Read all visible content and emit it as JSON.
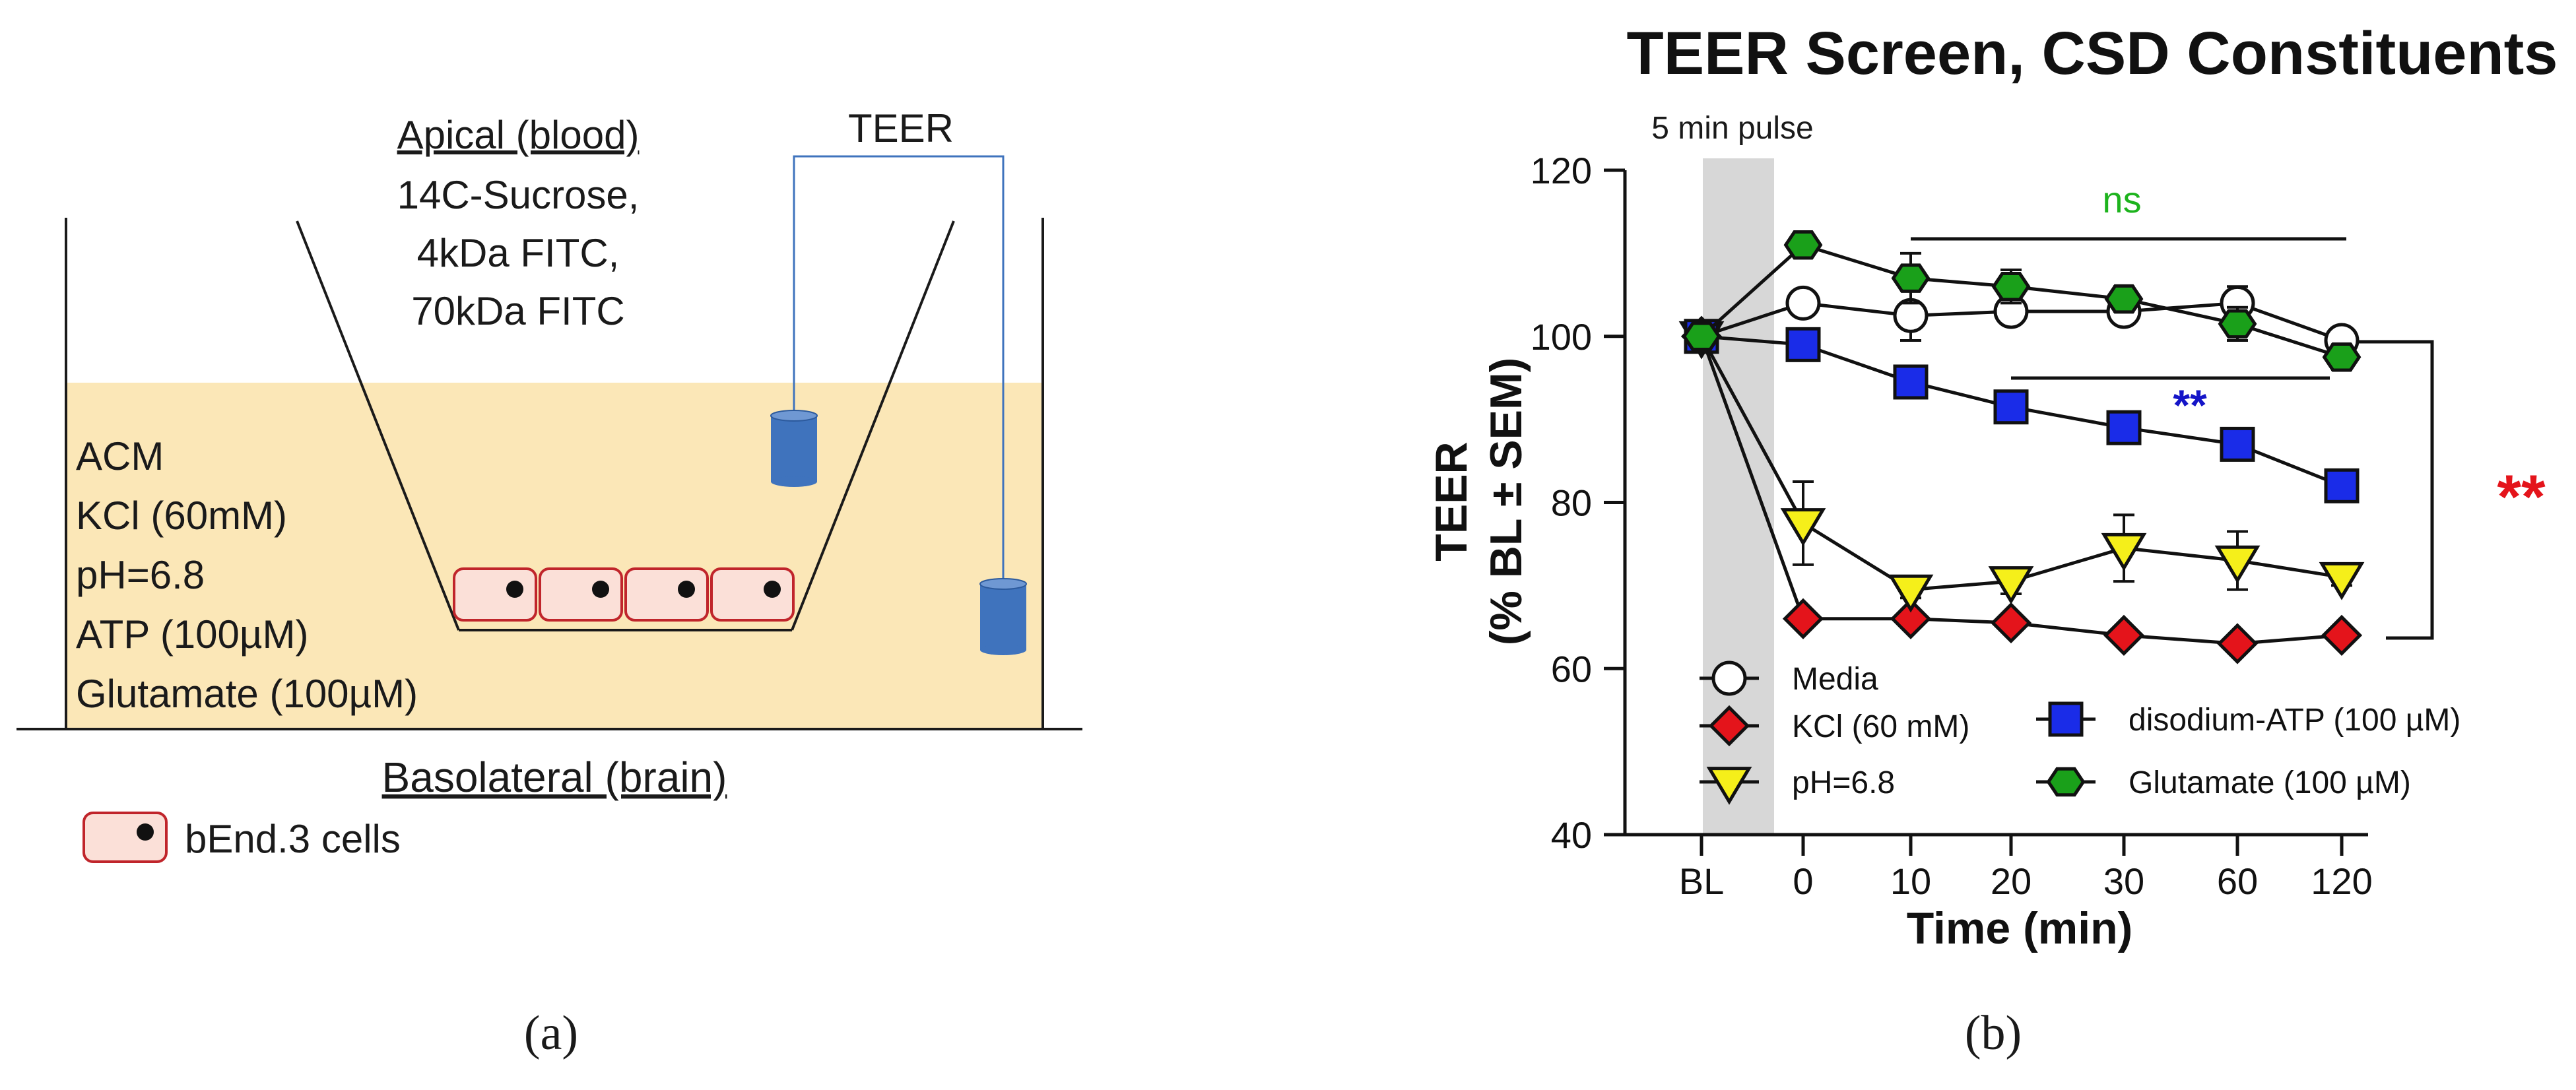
{
  "panel_a": {
    "apical": {
      "title": "Apical (blood)",
      "lines": [
        "14C-Sucrose,",
        "4kDa FITC,",
        "70kDa FITC"
      ]
    },
    "teer_label": "TEER",
    "conditions": [
      "ACM",
      "KCl (60mM)",
      "pH=6.8",
      "ATP (100µM)",
      "Glutamate (100µM)"
    ],
    "basolateral_title": "Basolateral (brain)",
    "legend_cells_label": "bEnd.3 cells",
    "caption": "(a)",
    "colors": {
      "medium_fill": "#fbe7b7",
      "cell_fill": "#fbe0d8",
      "cell_border": "#c0252b",
      "electrode_fill": "#3f73bd",
      "electrode_wire": "#3f73bd"
    }
  },
  "panel_b": {
    "caption": "(b)",
    "pulse_label": "5 min pulse",
    "ns_label": "ns",
    "blue_sig_label": "**",
    "red_sig_label": "**",
    "colors": {
      "ns": "#1db31d",
      "blue_sig": "#1515c8",
      "red_sig": "#e4141b",
      "pulse_band": "#d7d7d7"
    }
  },
  "chart_data": {
    "type": "line",
    "title": "TEER Screen, CSD Constituents",
    "xlabel": "Time (min)",
    "ylabel_line1": "TEER",
    "ylabel_line2": "(% BL ± SEM)",
    "categories": [
      "BL",
      "0",
      "10",
      "20",
      "30",
      "60",
      "120"
    ],
    "ylim": [
      40,
      120
    ],
    "yticks": [
      "40",
      "60",
      "80",
      "100",
      "120"
    ],
    "series": [
      {
        "name": "Media",
        "marker": "circle",
        "color": "#ffffff",
        "values": [
          100,
          104,
          102.5,
          103,
          103,
          104,
          99.5
        ],
        "errors": [
          0,
          1,
          3,
          1.5,
          1.5,
          2,
          1
        ]
      },
      {
        "name": "KCl  (60 mM)",
        "marker": "diamond",
        "color": "#e4141b",
        "values": [
          100,
          66,
          66,
          65.5,
          64,
          63,
          64
        ],
        "errors": [
          0,
          1,
          1,
          1,
          1,
          1,
          1
        ]
      },
      {
        "name": "pH=6.8",
        "marker": "triangle-down",
        "color": "#f5ef1a",
        "values": [
          100,
          77.5,
          69.5,
          70.5,
          74.5,
          73,
          71
        ],
        "errors": [
          0,
          5,
          1,
          1.5,
          4,
          3.5,
          1
        ]
      },
      {
        "name": "disodium-ATP  (100 µM)",
        "marker": "square",
        "color": "#1a2ce8",
        "values": [
          100,
          99,
          94.5,
          91.5,
          89,
          87,
          82
        ],
        "errors": [
          0,
          1,
          1,
          1,
          1,
          1,
          1
        ]
      },
      {
        "name": "Glutamate (100 µM)",
        "marker": "hexagon",
        "color": "#1aa01a",
        "values": [
          100,
          111,
          107,
          106,
          104.5,
          101.5,
          97.5
        ],
        "errors": [
          0,
          1,
          3,
          2,
          1.5,
          2,
          1.5
        ]
      }
    ]
  }
}
